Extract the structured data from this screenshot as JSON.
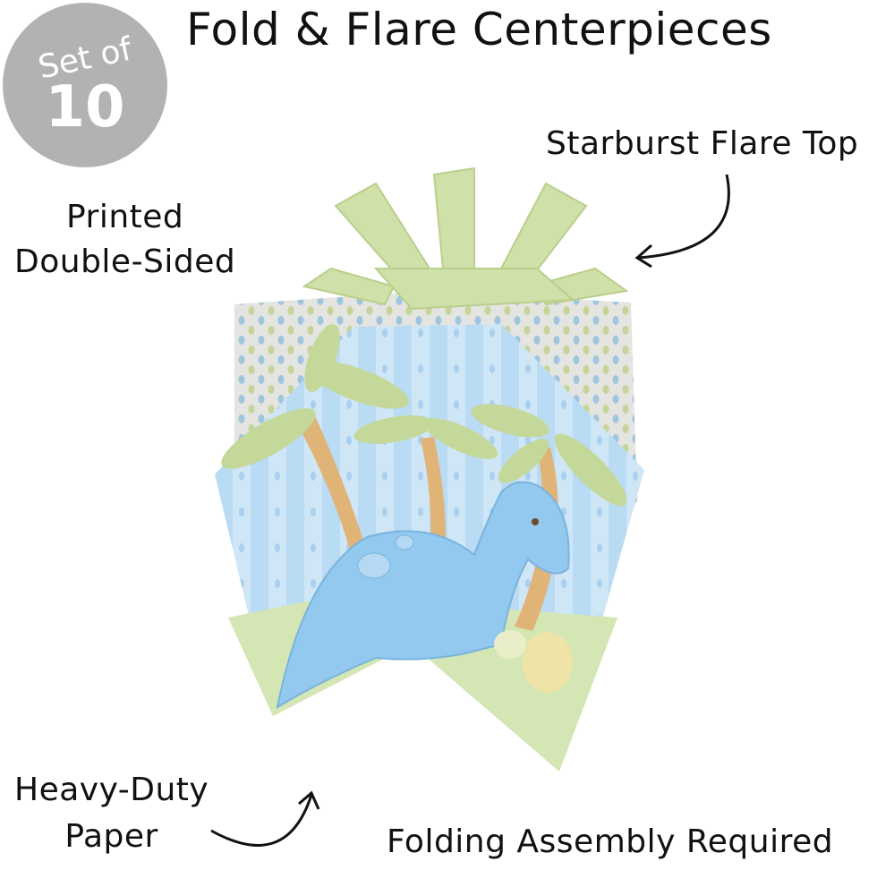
{
  "title": "Fold & Flare Centerpieces",
  "badge": {
    "line1": "Set of",
    "line2": "10"
  },
  "callouts": {
    "starburst": "Starburst Flare Top",
    "printed_line1": "Printed",
    "printed_line2": "Double-Sided",
    "heavy_line1": "Heavy-Duty",
    "heavy_line2": "Paper",
    "folding": "Folding Assembly Required"
  },
  "colors": {
    "badge": "#b4b2b1",
    "green": "#cfe0a8",
    "blue": "#bcdcf2",
    "dino": "#8ec5ec"
  }
}
